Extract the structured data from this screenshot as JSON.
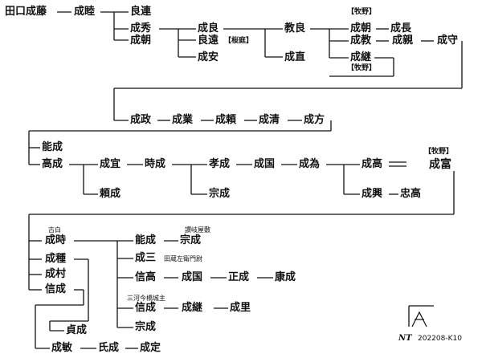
{
  "names": {
    "tagoku_narifuji": "田口成藤",
    "narimutsu": "成睦",
    "yoshitsura": "良連",
    "narihide": "成秀",
    "naritomo1": "成朝",
    "nariyoshi": "成良",
    "yoshito": "良遠",
    "nariyasu": "成安",
    "noriyoshi": "教良",
    "narinao": "成直",
    "naritomo2": "成朝",
    "narinaga": "成長",
    "narinori": "成教",
    "narichika": "成親",
    "narimori": "成守",
    "naritsugu1": "成継",
    "narimasa": "成政",
    "narinari": "成業",
    "naritada": "成頼",
    "narikiyo": "成清",
    "narikata": "成方",
    "yoshinari": "能成",
    "takanari": "高成",
    "narinobu": "成宜",
    "tokinari": "時成",
    "yorinari": "頼成",
    "takanari2": "孝成",
    "narikuni1": "成国",
    "naritame": "成為",
    "naritaka": "成高",
    "naritomi": "成富",
    "muneshige": "宗成",
    "nariyuki": "成興",
    "tadataka": "忠高",
    "naritoki": "成時",
    "narikane": "成種",
    "narimura": "成村",
    "nobunari": "信成",
    "sadanari": "貞成",
    "naritoshi": "成敏",
    "ujinari": "氏成",
    "narisada": "成定",
    "yoshinari2": "能成",
    "munenari": "宗成",
    "narizo": "成三",
    "nobutaka": "信高",
    "narikuni2": "成国",
    "masanari": "正成",
    "yasunari": "康成",
    "nobunari2": "信成",
    "naritsugu2": "成継",
    "narisato": "成里",
    "munenari2": "宗成"
  },
  "tags": {
    "sakuraba": "【桜庭】",
    "makino1": "【牧野】",
    "makino2": "【牧野】",
    "makino3": "【牧野】"
  },
  "notes": {
    "koshiro": "古白",
    "sanuki": "讃岐屋敷",
    "tagura": "田蔵左衛門尉",
    "mikawa": "三河今橋城主"
  },
  "footer": {
    "signature": "NT",
    "code": "202208-K10"
  }
}
